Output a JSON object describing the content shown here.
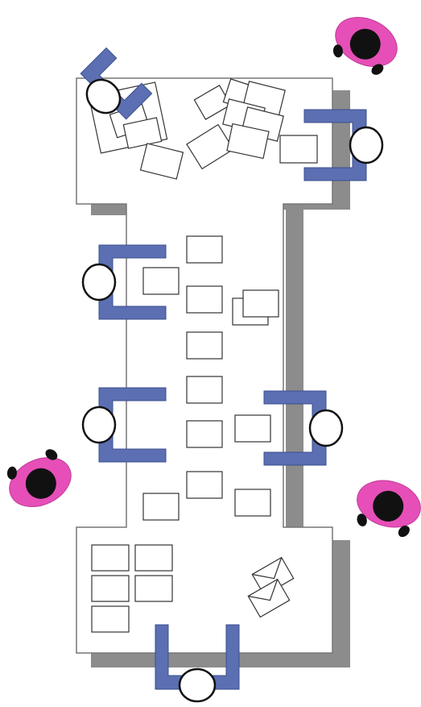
{
  "diagram": {
    "colors": {
      "background": "#ffffff",
      "table_fill": "#ffffff",
      "table_stroke": "#777777",
      "shadow": "#8c8c8c",
      "seated_arms": "#5b6fb2",
      "seated_arms_stroke": "#3b4f8f",
      "head_fill": "#ffffff",
      "head_stroke": "#111111",
      "standing_body": "#e64fb8",
      "standing_head": "#111111",
      "paper_stroke": "#333333"
    },
    "elements": {
      "seated_people": [
        {
          "id": "top-left"
        },
        {
          "id": "top-right"
        },
        {
          "id": "mid-left-upper"
        },
        {
          "id": "mid-left-lower"
        },
        {
          "id": "mid-right"
        },
        {
          "id": "bottom"
        }
      ],
      "standing_people": [
        {
          "id": "top-right"
        },
        {
          "id": "mid-left"
        },
        {
          "id": "mid-right"
        }
      ],
      "envelopes": [
        {
          "id": "envelope-1"
        },
        {
          "id": "envelope-2"
        }
      ]
    }
  }
}
